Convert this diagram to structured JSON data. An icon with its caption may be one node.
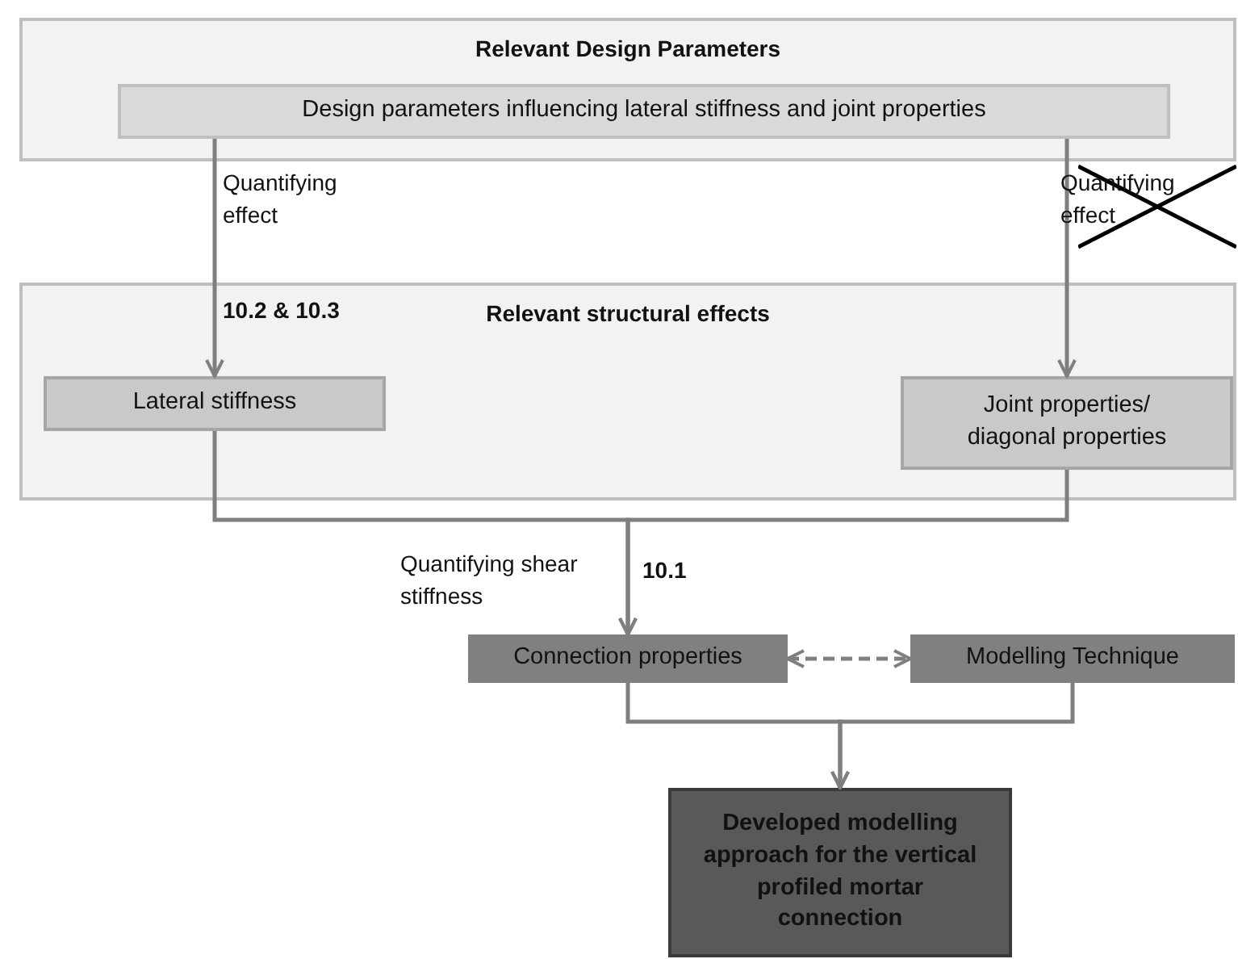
{
  "diagram": {
    "nodes": [
      {
        "text": [
          "Relevant Design Parameters"
        ]
      },
      {
        "text": [
          "Design parameters influencing lateral stiffness and joint properties"
        ],
        "in": 0
      },
      {
        "text": [
          "Relevant structural effects"
        ]
      },
      {
        "text": [
          "Lateral stiffness"
        ],
        "in": 2
      },
      {
        "text": [
          "Joint properties/ diagonal properties"
        ],
        "in": 2
      },
      {
        "text": [
          "Connection properties"
        ]
      },
      {
        "text": [
          "Modelling Technique"
        ]
      },
      {
        "text": [
          "Developed modelling approach for the vertical profiled mortar connection"
        ]
      }
    ],
    "edges": [
      {
        "from": 1,
        "to": 3,
        "arrow": "to",
        "label": "Quantifying effect"
      },
      {
        "from": 1,
        "to": 4,
        "arrow": "to",
        "label": "Quantifying effect"
      },
      {
        "from": 3,
        "to": 5,
        "arrow": "to",
        "label": "Quantifying shear stiffness"
      },
      {
        "from": 4,
        "to": 5,
        "arrow": "to"
      },
      {
        "from": 5,
        "to": 6,
        "arrow": "both",
        "style": "dashed"
      },
      {
        "from": 5,
        "to": 7,
        "arrow": "to"
      },
      {
        "from": 6,
        "to": 7,
        "arrow": "to"
      }
    ],
    "labels": [
      "10.2 & 10.3",
      "10.1"
    ]
  }
}
